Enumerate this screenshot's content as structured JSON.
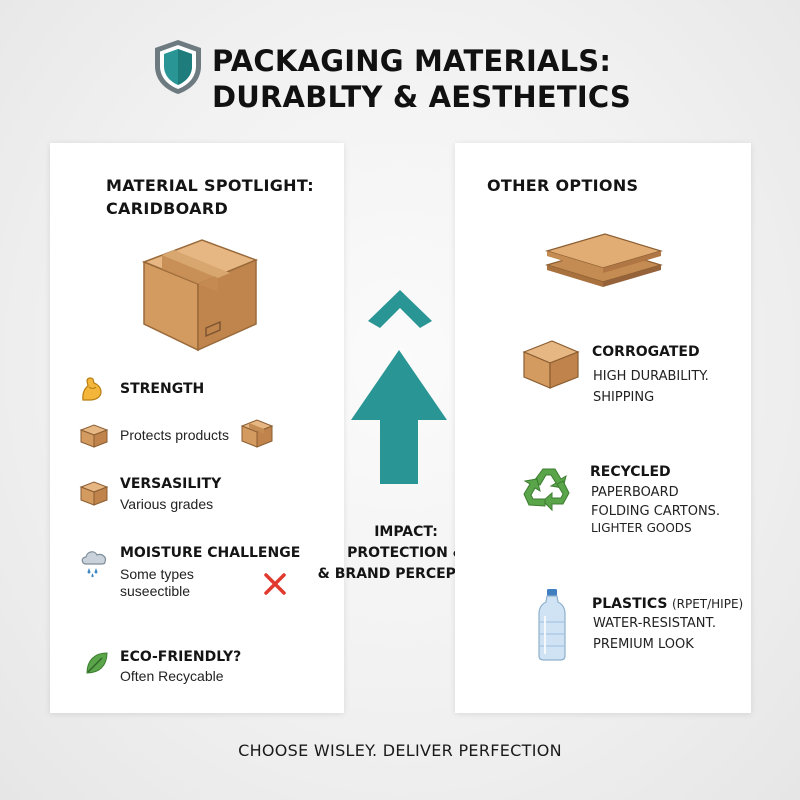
{
  "header": {
    "title_line1": "PACKAGING MATERIALS:",
    "title_line2": "DURABLTY & AESTHETICS",
    "icon": "shield-icon"
  },
  "left_panel": {
    "heading_line1": "MATERIAL SPOTLIGHT:",
    "heading_line2": "CARIDBOARD",
    "hero_icon": "cardboard-box-icon",
    "items": [
      {
        "title": "STRENGTH",
        "icon": "flexed-arm-icon"
      },
      {
        "text": "Protects products",
        "icon": "box-icon"
      },
      {
        "title": "VERSASILITY",
        "text": "Various grades",
        "icon": "box-icon"
      },
      {
        "title": "MOISTURE CHALLENGE",
        "text_line1": "Some types",
        "text_line2": "suseectible",
        "icon": "rain-cloud-icon",
        "status_icon": "cross-icon"
      },
      {
        "title": "ECO-FRIENDLY?",
        "text": "Often Recycable",
        "icon": "leaf-icon"
      }
    ]
  },
  "center": {
    "impact_line1": "IMPACT:",
    "impact_line2": "PROTECTION &",
    "impact_line3": "& BRAND PERCEPTION",
    "icons": [
      "chevron-up-icon",
      "up-arrow-icon"
    ]
  },
  "right_panel": {
    "heading": "OTHER OPTIONS",
    "hero_icon": "flat-sheets-icon",
    "options": [
      {
        "title": "CORROGATED",
        "line1": "HIGH DURABILITY.",
        "line2": "SHIPPING",
        "icon": "box-icon"
      },
      {
        "title": "RECYCLED",
        "line1": "PAPERBOARD",
        "line2": "FOLDING CARTONS.",
        "line3": "LIGHTER GOODS",
        "icon": "recycle-icon"
      },
      {
        "title": "PLASTICS",
        "title_suffix": "(RPET/HIPE)",
        "line1": "WATER-RESISTANT.",
        "line2": "PREMIUM LOOK",
        "icon": "bottle-icon"
      }
    ]
  },
  "footer": {
    "tagline": "CHOOSE WISLEY. DELIVER PERFECTION"
  },
  "colors": {
    "teal": "#2a9595",
    "cardboard": "#d7a36b",
    "green": "#5aa54a",
    "red": "#e03a2f"
  }
}
